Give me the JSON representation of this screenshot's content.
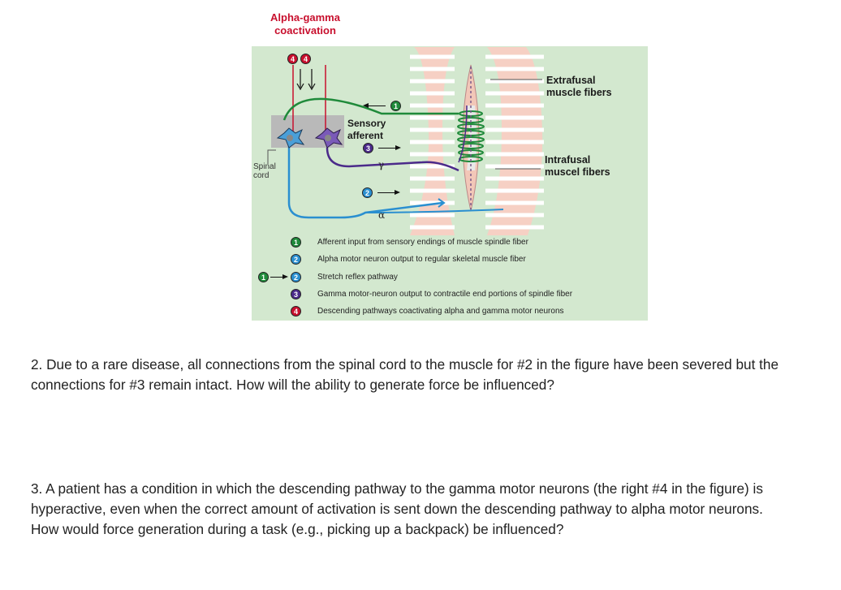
{
  "figure": {
    "title_line1": "Alpha-gamma",
    "title_line2": "coactivation",
    "labels": {
      "extrafusal_1": "Extrafusal",
      "extrafusal_2": "muscle fibers",
      "intrafusal_1": "Intrafusal",
      "intrafusal_2": "muscel fibers",
      "sensory_1": "Sensory",
      "sensory_2": "afferent",
      "spinal_1": "Spinal",
      "spinal_2": "cord",
      "gamma": "γ",
      "alpha": "α"
    },
    "badges": {
      "one": "1",
      "two": "2",
      "three": "3",
      "four": "4"
    },
    "legend": [
      {
        "num": "1",
        "text": "Afferent input from sensory endings of muscle spindle fiber"
      },
      {
        "num": "2",
        "text": "Alpha motor neuron output to regular skeletal muscle fiber"
      },
      {
        "num": "2",
        "prefix": "1",
        "text": "Stretch reflex pathway"
      },
      {
        "num": "3",
        "text": "Gamma motor-neuron output to contractile end portions of spindle fiber"
      },
      {
        "num": "4",
        "text": "Descending pathways coactivating alpha and gamma motor neurons"
      }
    ],
    "colors": {
      "background": "#d3e8cf",
      "afferent": "#1f8a3a",
      "alpha": "#2a8fd0",
      "gamma": "#4b2a8a",
      "descending": "#c8102e"
    }
  },
  "questions": {
    "q2": "2. Due to a rare disease, all connections from the spinal cord to the muscle for #2 in the figure have been severed but the connections for #3 remain intact.  How will the ability to generate force be influenced?",
    "q3": "3. A patient has a condition in which the descending pathway to the gamma motor neurons (the right #4 in the figure) is hyperactive, even when the correct amount of activation is sent down the descending pathway to alpha motor neurons.  How would force generation during a task (e.g., picking up a backpack) be influenced?"
  }
}
